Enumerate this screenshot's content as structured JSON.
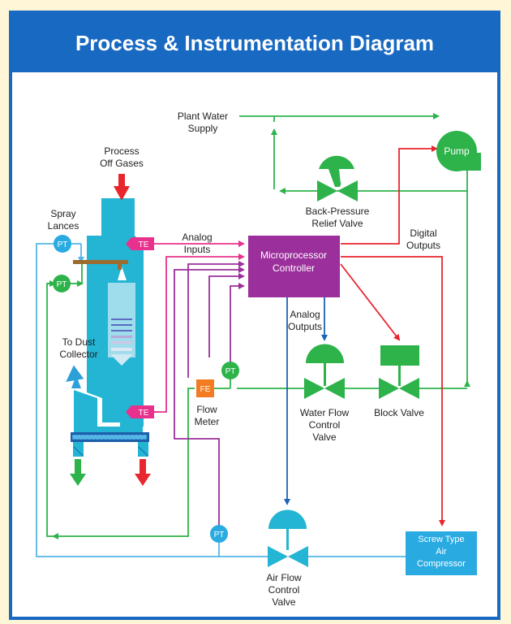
{
  "title": "Process & Instrumentation Diagram",
  "colors": {
    "header": "#1869c2",
    "green": "#2db34a",
    "red": "#e8262d",
    "blue": "#1a63b8",
    "purple": "#9b2f9b",
    "pink": "#e8318c",
    "cyan": "#23b5d3",
    "orange": "#f37b21",
    "light_blue_line": "#56b6e5"
  },
  "labels": {
    "plant_water_1": "Plant Water",
    "plant_water_2": "Supply",
    "process_1": "Process",
    "process_2": "Off Gases",
    "spray_1": "Spray",
    "spray_2": "Lances",
    "dust_1": "To Dust",
    "dust_2": "Collector",
    "analog_in_1": "Analog",
    "analog_in_2": "Inputs",
    "analog_out_1": "Analog",
    "analog_out_2": "Outputs",
    "digital_1": "Digital",
    "digital_2": "Outputs",
    "controller_1": "Microprocessor",
    "controller_2": "Controller",
    "bp_1": "Back-Pressure",
    "bp_2": "Relief Valve",
    "pump": "Pump",
    "wfcv_1": "Water Flow",
    "wfcv_2": "Control",
    "wfcv_3": "Valve",
    "block": "Block Valve",
    "flow_meter_1": "Flow",
    "flow_meter_2": "Meter",
    "afcv_1": "Air Flow",
    "afcv_2": "Control",
    "afcv_3": "Valve",
    "comp_1": "Screw Type",
    "comp_2": "Air",
    "comp_3": "Compressor"
  },
  "instruments": {
    "pt": "PT",
    "te": "TE",
    "fe": "FE"
  }
}
